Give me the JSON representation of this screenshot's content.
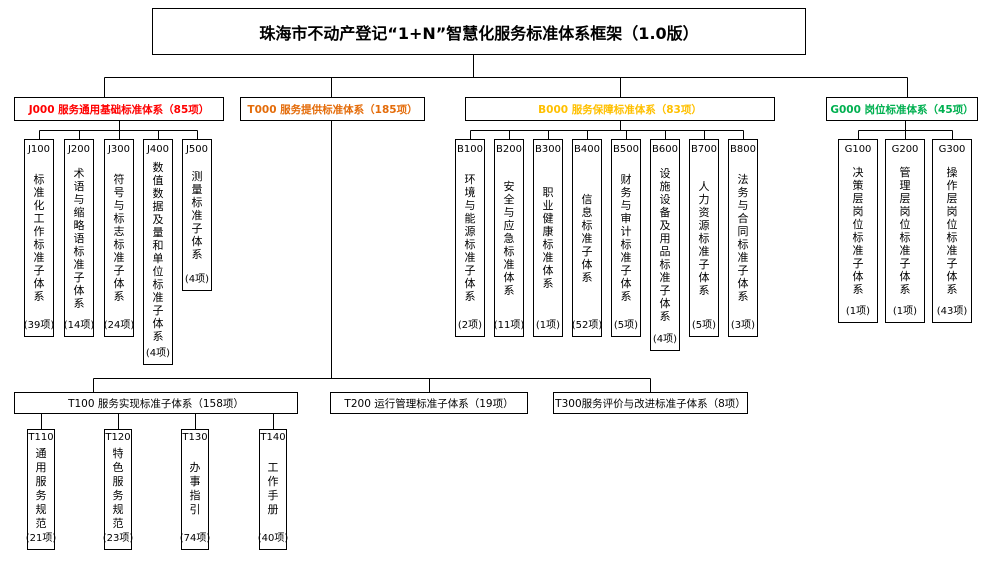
{
  "title": "珠海市不动产登记“1+N”智慧化服务标准体系框架（1.0版）",
  "colors": {
    "j000": "#ff0000",
    "t000": "#e46c0a",
    "b000": "#ffc000",
    "g000": "#00b050"
  },
  "j000": {
    "label": "J000 服务通用基础标准体系（85项）",
    "children": [
      {
        "code": "J100",
        "name": "标准化工作标准子体系",
        "count": "(39项)"
      },
      {
        "code": "J200",
        "name": "术语与缩略语标准子体系",
        "count": "(14项)"
      },
      {
        "code": "J300",
        "name": "符号与标志标准子体系",
        "count": "(24项)"
      },
      {
        "code": "J400",
        "name": "数值数据及量和单位标准子体系",
        "count": "(4项)"
      },
      {
        "code": "J500",
        "name": "测量标准子体系",
        "count": "(4项)"
      }
    ]
  },
  "t000": {
    "label": "T000 服务提供标准体系（185项）",
    "children": [
      {
        "label": "T100 服务实现标准子体系（158项）",
        "children": [
          {
            "code": "T110",
            "name": "通用服务规范",
            "count": "(21项)"
          },
          {
            "code": "T120",
            "name": "特色服务规范",
            "count": "(23项)"
          },
          {
            "code": "T130",
            "name": "办事指引",
            "count": "(74项)"
          },
          {
            "code": "T140",
            "name": "工作手册",
            "count": "(40项)"
          }
        ]
      },
      {
        "label": "T200 运行管理标准子体系（19项）"
      },
      {
        "label": "T300服务评价与改进标准子体系（8项）"
      }
    ]
  },
  "b000": {
    "label": "B000 服务保障标准体系（83项）",
    "children": [
      {
        "code": "B100",
        "name": "环境与能源标准子体系",
        "count": "(2项)"
      },
      {
        "code": "B200",
        "name": "安全与应急标准体系",
        "count": "(11项)"
      },
      {
        "code": "B300",
        "name": "职业健康标准体系",
        "count": "(1项)"
      },
      {
        "code": "B400",
        "name": "信息标准子体系",
        "count": "(52项)"
      },
      {
        "code": "B500",
        "name": "财务与审计标准子体系",
        "count": "(5项)"
      },
      {
        "code": "B600",
        "name": "设施设备及用品标准子体系",
        "count": "(4项)"
      },
      {
        "code": "B700",
        "name": "人力资源标准子体系",
        "count": "(5项)"
      },
      {
        "code": "B800",
        "name": "法务与合同标准子体系",
        "count": "(3项)"
      }
    ]
  },
  "g000": {
    "label": "G000 岗位标准体系（45项）",
    "children": [
      {
        "code": "G100",
        "name": "决策层岗位标准子体系",
        "count": "(1项)"
      },
      {
        "code": "G200",
        "name": "管理层岗位标准子体系",
        "count": "(1项)"
      },
      {
        "code": "G300",
        "name": "操作层岗位标准子体系",
        "count": "(43项)"
      }
    ]
  }
}
